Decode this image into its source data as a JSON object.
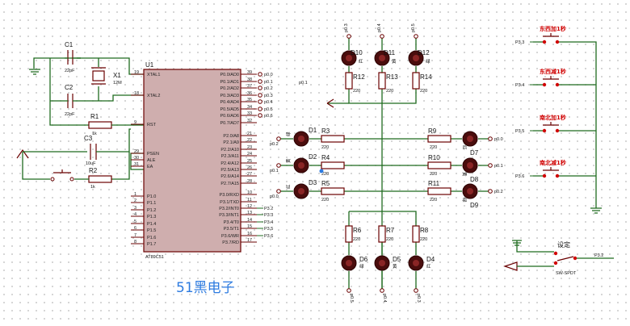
{
  "mcu": {
    "ref": "U1",
    "part": "AT89C51",
    "left_pins": [
      {
        "num": "19",
        "name": "XTAL1"
      },
      {
        "num": "18",
        "name": "XTAL2"
      },
      {
        "num": "9",
        "name": "RST"
      },
      {
        "num": "29",
        "name": "PSEN"
      },
      {
        "num": "30",
        "name": "ALE"
      },
      {
        "num": "31",
        "name": "EA"
      },
      {
        "num": "1",
        "name": "P1.0"
      },
      {
        "num": "2",
        "name": "P1.1"
      },
      {
        "num": "3",
        "name": "P1.2"
      },
      {
        "num": "4",
        "name": "P1.3"
      },
      {
        "num": "5",
        "name": "P1.4"
      },
      {
        "num": "6",
        "name": "P1.5"
      },
      {
        "num": "7",
        "name": "P1.6"
      },
      {
        "num": "8",
        "name": "P1.7"
      }
    ],
    "right_pins": [
      {
        "num": "39",
        "name": "P0.0/AD0",
        "net": "p0.0"
      },
      {
        "num": "38",
        "name": "P0.1/AD1",
        "net": "p0.1"
      },
      {
        "num": "37",
        "name": "P0.2/AD2",
        "net": "p0.2"
      },
      {
        "num": "36",
        "name": "P0.3/AD3",
        "net": "p0.3"
      },
      {
        "num": "35",
        "name": "P0.4/AD4",
        "net": "p0.4"
      },
      {
        "num": "34",
        "name": "P0.5/AD5",
        "net": "p0.5"
      },
      {
        "num": "33",
        "name": "P0.6/AD6",
        "net": "p0.6"
      },
      {
        "num": "32",
        "name": "P0.7/AD7",
        "net": ""
      },
      {
        "num": "21",
        "name": "P2.0/A8",
        "net": ""
      },
      {
        "num": "22",
        "name": "P2.1/A9",
        "net": ""
      },
      {
        "num": "23",
        "name": "P2.2/A10",
        "net": ""
      },
      {
        "num": "24",
        "name": "P2.3/A11",
        "net": ""
      },
      {
        "num": "25",
        "name": "P2.4/A12",
        "net": ""
      },
      {
        "num": "26",
        "name": "P2.5/A13",
        "net": ""
      },
      {
        "num": "27",
        "name": "P2.6/A14",
        "net": ""
      },
      {
        "num": "28",
        "name": "P2.7/A15",
        "net": ""
      },
      {
        "num": "10",
        "name": "P3.0/RXD",
        "net": ""
      },
      {
        "num": "11",
        "name": "P3.1/TXD",
        "net": ""
      },
      {
        "num": "12",
        "name": "P3.2/INT0",
        "net": "P3.2"
      },
      {
        "num": "13",
        "name": "P3.3/INT1",
        "net": "P3.3"
      },
      {
        "num": "14",
        "name": "P3.4/T0",
        "net": "P3.4"
      },
      {
        "num": "15",
        "name": "P3.5/T1",
        "net": "P3.5"
      },
      {
        "num": "16",
        "name": "P3.6/WR",
        "net": "P3.6"
      },
      {
        "num": "17",
        "name": "P3.7/RD",
        "net": ""
      }
    ]
  },
  "osc": {
    "c1": {
      "ref": "C1",
      "value": "22pF"
    },
    "c2": {
      "ref": "C2",
      "value": "22pF"
    },
    "x1": {
      "ref": "X1",
      "value": "12M"
    }
  },
  "reset": {
    "r1": {
      "ref": "R1",
      "value": "1k"
    },
    "c3": {
      "ref": "C3",
      "value": "10uF"
    },
    "r2": {
      "ref": "R2",
      "value": "1k"
    }
  },
  "top_leds": [
    {
      "ref": "D10",
      "color": "红",
      "res": "R12",
      "rv": "220",
      "net": "p0.3"
    },
    {
      "ref": "D11",
      "color": "黄",
      "res": "R13",
      "rv": "220",
      "net": "p0.4"
    },
    {
      "ref": "D12",
      "color": "绿",
      "res": "R14",
      "rv": "220",
      "net": "p0.5"
    }
  ],
  "left_leds": [
    {
      "ref": "D1",
      "color": "绿",
      "res": "R3",
      "rv": "220",
      "net": "p0.2"
    },
    {
      "ref": "D2",
      "color": "黄",
      "res": "R4",
      "rv": "220",
      "net": "p0.1"
    },
    {
      "ref": "D3",
      "color": "红",
      "res": "R5",
      "rv": "220",
      "net": "p0.0"
    }
  ],
  "right_leds": [
    {
      "ref": "D7",
      "color": "红",
      "res": "R9",
      "rv": "220",
      "net": "p0.0"
    },
    {
      "ref": "D8",
      "color": "黄",
      "res": "R10",
      "rv": "220",
      "net": "p0.1"
    },
    {
      "ref": "D9",
      "color": "绿",
      "res": "R11",
      "rv": "220",
      "net": "p0.2"
    }
  ],
  "bottom_leds": [
    {
      "ref": "D6",
      "color": "绿",
      "res": "R6",
      "rv": "220",
      "net": "p0.5"
    },
    {
      "ref": "D5",
      "color": "黄",
      "res": "R7",
      "rv": "220",
      "net": "p0.4"
    },
    {
      "ref": "D4",
      "color": "红",
      "res": "R8",
      "rv": "220",
      "net": "p0.3"
    }
  ],
  "left_center_net": "p0.1",
  "buttons": [
    {
      "label": "东西加1秒",
      "net": "P3.3"
    },
    {
      "label": "东西减1秒",
      "net": "P3.4"
    },
    {
      "label": "南北加1秒",
      "net": "P3.5"
    },
    {
      "label": "南北减1秒",
      "net": "P3.6"
    }
  ],
  "switch": {
    "label": "设定",
    "part": "SW-SPDT",
    "net": "P3.2"
  },
  "watermark": "51黑电子",
  "colors": {
    "wire": "#1f6b1f",
    "part": "#6a0000",
    "chip": "#cfaeae",
    "led": "#4a0d0d",
    "label": "#d00000",
    "watermark": "#2d7be0"
  }
}
